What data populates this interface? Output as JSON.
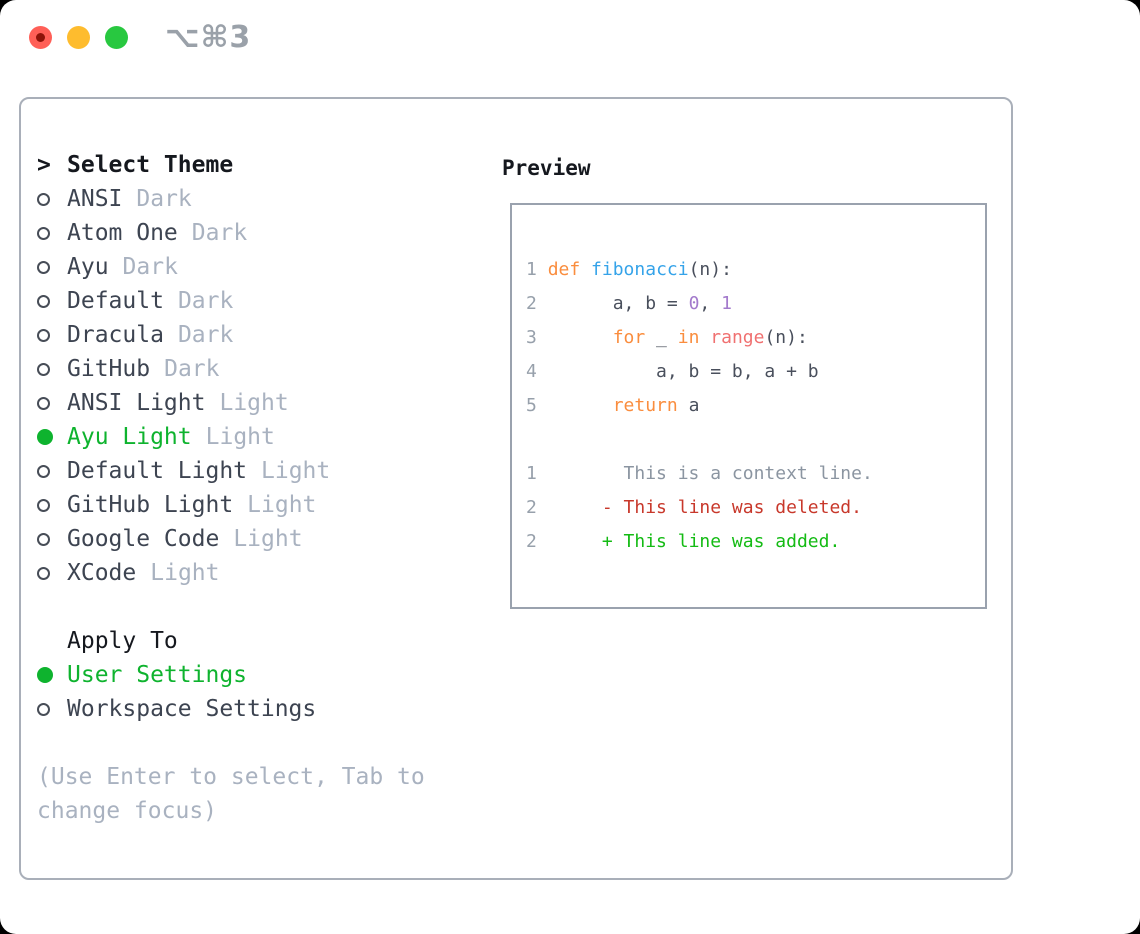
{
  "titlebar": {
    "shortcut": "⌥⌘3"
  },
  "theme_picker": {
    "prompt": ">",
    "title": "Select Theme",
    "items": [
      {
        "name": "ANSI",
        "tag": "Dark",
        "selected": false
      },
      {
        "name": "Atom One",
        "tag": "Dark",
        "selected": false
      },
      {
        "name": "Ayu",
        "tag": "Dark",
        "selected": false
      },
      {
        "name": "Default",
        "tag": "Dark",
        "selected": false
      },
      {
        "name": "Dracula",
        "tag": "Dark",
        "selected": false
      },
      {
        "name": "GitHub",
        "tag": "Dark",
        "selected": false
      },
      {
        "name": "ANSI Light",
        "tag": "Light",
        "selected": false
      },
      {
        "name": "Ayu Light",
        "tag": "Light",
        "selected": true
      },
      {
        "name": "Default Light",
        "tag": "Light",
        "selected": false
      },
      {
        "name": "GitHub Light",
        "tag": "Light",
        "selected": false
      },
      {
        "name": "Google Code",
        "tag": "Light",
        "selected": false
      },
      {
        "name": "XCode",
        "tag": "Light",
        "selected": false
      }
    ]
  },
  "apply_to": {
    "title": "Apply To",
    "options": [
      {
        "label": "User Settings",
        "selected": true
      },
      {
        "label": "Workspace Settings",
        "selected": false
      }
    ]
  },
  "hint": "(Use Enter to select, Tab to change focus)",
  "preview": {
    "title": "Preview",
    "lines": [
      {
        "tokens": [
          [
            "1",
            "ln"
          ],
          [
            " ",
            "fg"
          ],
          [
            "def",
            "kw"
          ],
          [
            " ",
            "fg"
          ],
          [
            "fibonacci",
            "fn"
          ],
          [
            "(n):",
            "fg"
          ]
        ]
      },
      {
        "tokens": [
          [
            "2",
            "ln"
          ],
          [
            "       a, b = ",
            "fg"
          ],
          [
            "0",
            "num"
          ],
          [
            ", ",
            "fg"
          ],
          [
            "1",
            "num"
          ]
        ]
      },
      {
        "tokens": [
          [
            "3",
            "ln"
          ],
          [
            "       ",
            "fg"
          ],
          [
            "for",
            "kw"
          ],
          [
            " _ ",
            "fg"
          ],
          [
            "in",
            "kw"
          ],
          [
            " ",
            "fg"
          ],
          [
            "range",
            "call"
          ],
          [
            "(n):",
            "fg"
          ]
        ]
      },
      {
        "tokens": [
          [
            "4",
            "ln"
          ],
          [
            "           a, b = b, a + b",
            "fg"
          ]
        ]
      },
      {
        "tokens": [
          [
            "5",
            "ln"
          ],
          [
            "       ",
            "fg"
          ],
          [
            "return",
            "kw"
          ],
          [
            " a",
            "fg"
          ]
        ]
      },
      {
        "tokens": []
      },
      {
        "tokens": [
          [
            "1",
            "ln"
          ],
          [
            "        This is a context line.",
            "ctx"
          ]
        ]
      },
      {
        "tokens": [
          [
            "2",
            "ln"
          ],
          [
            "      ",
            "fg"
          ],
          [
            "- This line was deleted.",
            "del"
          ]
        ]
      },
      {
        "tokens": [
          [
            "2",
            "ln"
          ],
          [
            "      ",
            "fg"
          ],
          [
            "+ This line was added.",
            "add"
          ]
        ]
      }
    ]
  },
  "colors": {
    "title": "#15181e",
    "name": "#3d4451",
    "tag": "#a9b2c0",
    "accent_green": "#0eb32e",
    "ring": "#474d57",
    "panel_border": "#a9afb9",
    "box_border": "#9aa2ae",
    "ln": "#97a0ab",
    "fg": "#494f5c",
    "kw": "#fa8d3e",
    "fn": "#35a3e9",
    "call": "#f07171",
    "num": "#a37acc",
    "ctx": "#8b95a1",
    "del": "#c8382b",
    "add": "#14bb14",
    "light_red": "#ff5f57",
    "light_red_inner": "#8e1309",
    "light_yellow": "#febc2e",
    "light_green": "#28c840",
    "shortcut": "#9aa1a9"
  }
}
